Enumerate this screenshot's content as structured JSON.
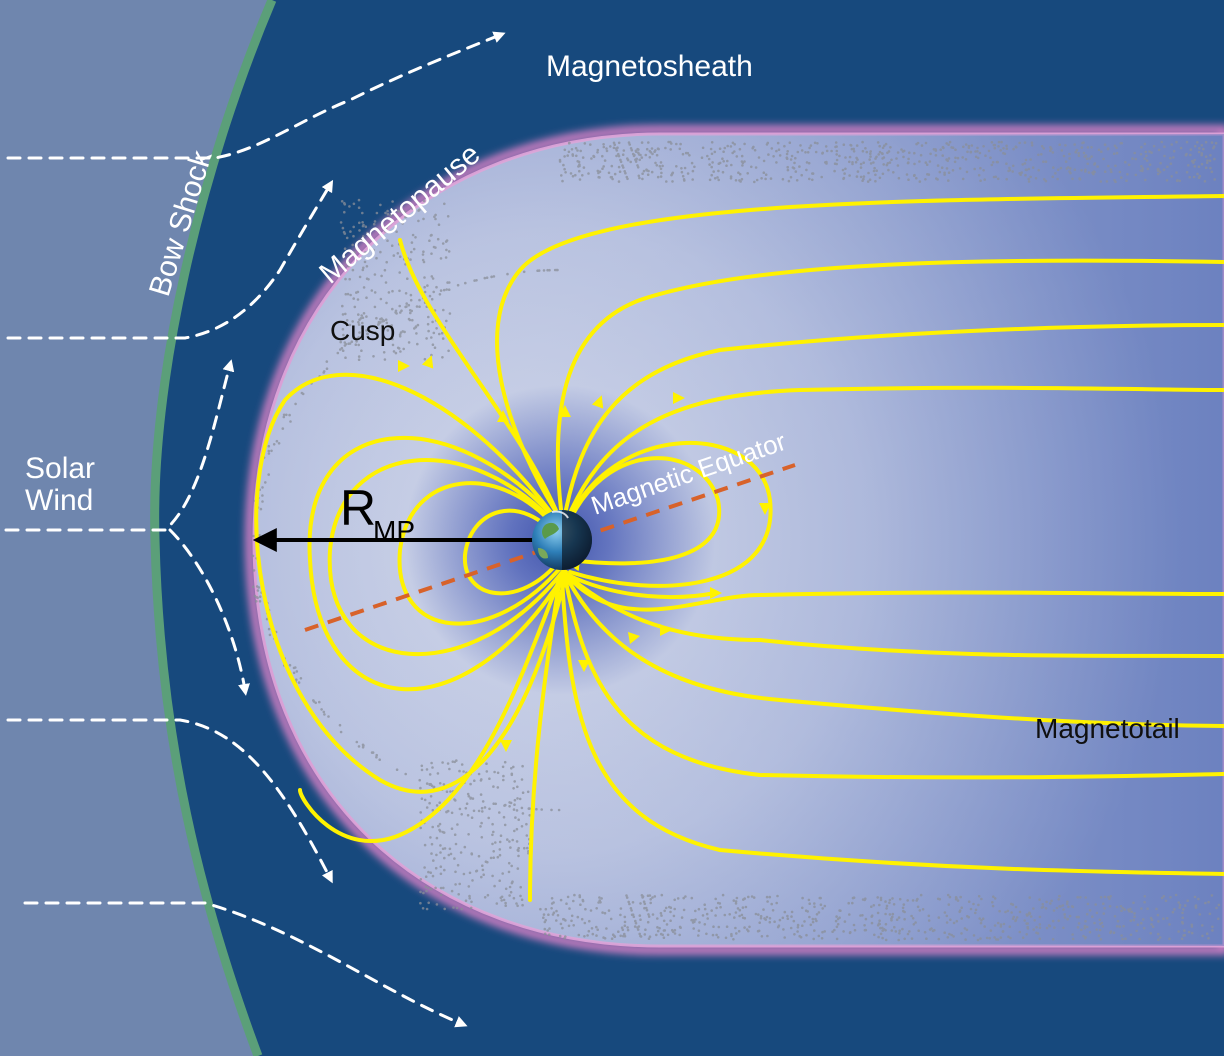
{
  "labels": {
    "magnetosheath": "Magnetosheath",
    "magnetopause": "Magnetopause",
    "bow_shock": "Bow Shock",
    "cusp": "Cusp",
    "solar_wind_line1": "Solar",
    "solar_wind_line2": "Wind",
    "r_main": "R",
    "r_sub": "MP",
    "magnetic_equator": "Magnetic Equator",
    "magnetotail": "Magnetotail"
  },
  "colors": {
    "solar_wind_region": "#6f86ae",
    "magnetosheath_region": "#17497d",
    "bow_shock_line": "#5b9f79",
    "magnetopause_edge": "#c57bc0",
    "field_lines": "#fff200",
    "equator_line": "#d8622a",
    "flow_arrows": "#ffffff",
    "r_arrow": "#000000"
  },
  "icons": {
    "earth": "earth-icon"
  }
}
